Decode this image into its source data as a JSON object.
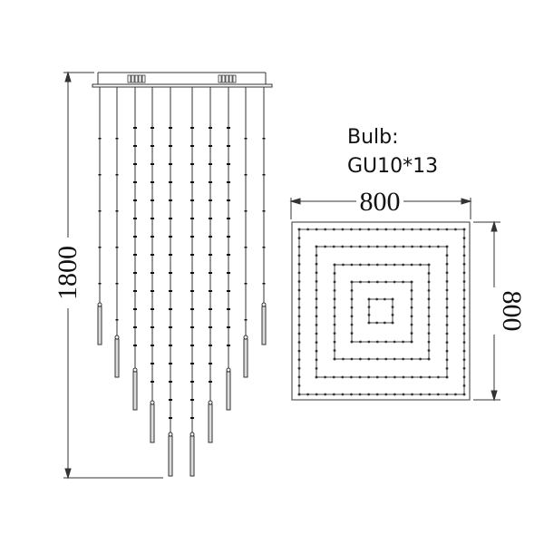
{
  "side_view": {
    "height_label": "1800",
    "pendant_count": 10
  },
  "top_view": {
    "width_label": "800",
    "depth_label": "800",
    "ring_count": 5
  },
  "bulb": {
    "title": "Bulb:",
    "spec": "GU10*13"
  }
}
